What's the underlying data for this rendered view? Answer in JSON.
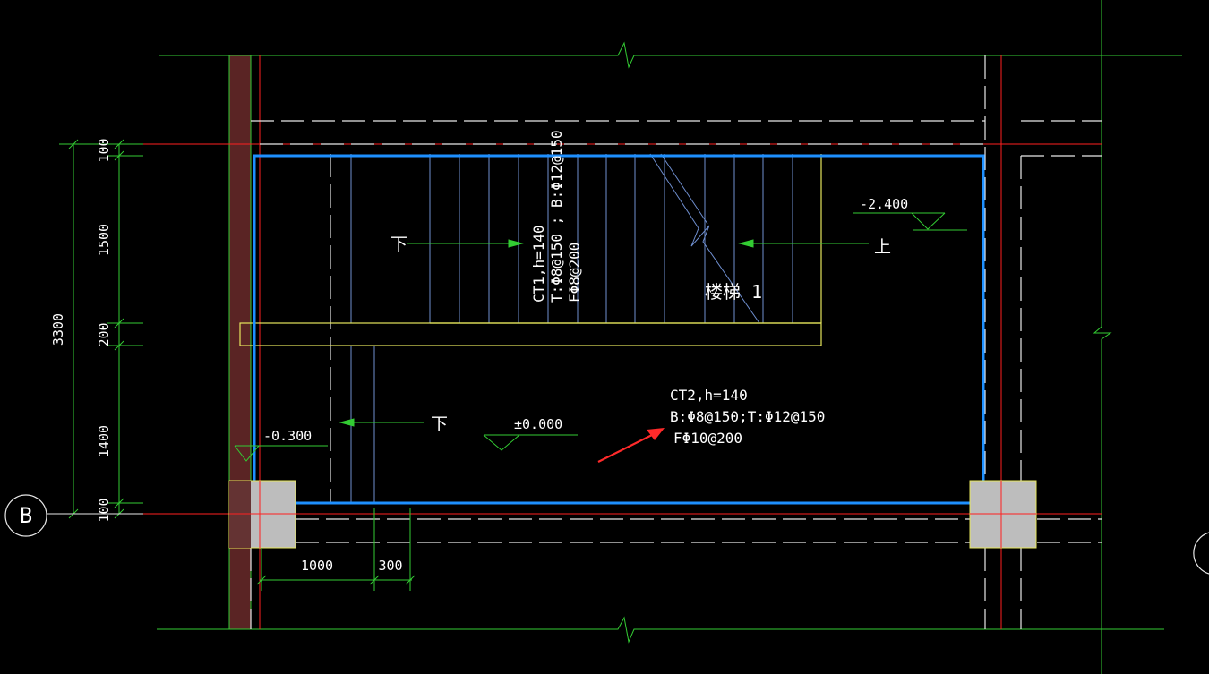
{
  "grid_axis_label": "B",
  "dimensions_vertical": {
    "total": "3300",
    "segments": [
      "100",
      "1500",
      "200",
      "1400",
      "100"
    ]
  },
  "dimensions_horizontal": [
    "1000",
    "300"
  ],
  "elevations": {
    "upper_landing": "-2.400",
    "left_landing": "-0.300",
    "floor": "±0.000"
  },
  "arrow_labels": {
    "upper_down": "下",
    "upper_up": "上",
    "lower_down": "下"
  },
  "stair_label": "楼梯 1",
  "ct1_note": {
    "line1": "CT1,h=140",
    "line2": "T:Φ8@150 ; B:Φ12@150",
    "line3": "FΦ8@200"
  },
  "ct2_note": {
    "line1": "CT2,h=140",
    "line2": "B:Φ8@150;T:Φ12@150",
    "line3": "FΦ10@200"
  },
  "colors": {
    "background": "#000000",
    "axis_red": "#ff2020",
    "dim_green": "#33cc33",
    "wall_white": "#ffffff",
    "slab_blue": "#1e90ff",
    "stair_lines": "#6f8fd0",
    "landing_yellow": "#e6e65c",
    "column_gray": "#bdbdbd",
    "wall_hatch": "#5a2424",
    "arrow_red": "#ff2a2a",
    "text_white": "#ffffff"
  }
}
